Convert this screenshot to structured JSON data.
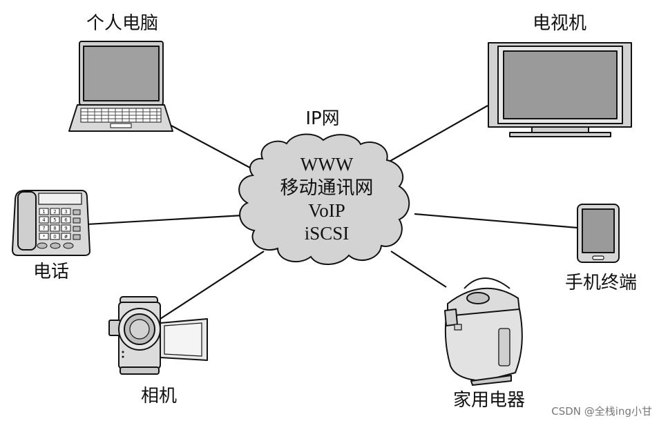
{
  "network": {
    "title": "IP网",
    "items": [
      "WWW",
      "移动通讯网",
      "VoIP",
      "iSCSI"
    ]
  },
  "devices": {
    "pc": "个人电脑",
    "tv": "电视机",
    "phone": "电话",
    "mobile": "手机终端",
    "camera": "相机",
    "appliance": "家用电器"
  },
  "watermark": "CSDN @全栈ing小甘",
  "icons": [
    "laptop-icon",
    "tv-icon",
    "telephone-icon",
    "tablet-icon",
    "camcorder-icon",
    "kettle-icon",
    "cloud-icon"
  ],
  "colors": {
    "cloud": "#d3d3d3",
    "device": "#cfcfcf",
    "screen": "#9a9a9a",
    "line": "#111111"
  }
}
